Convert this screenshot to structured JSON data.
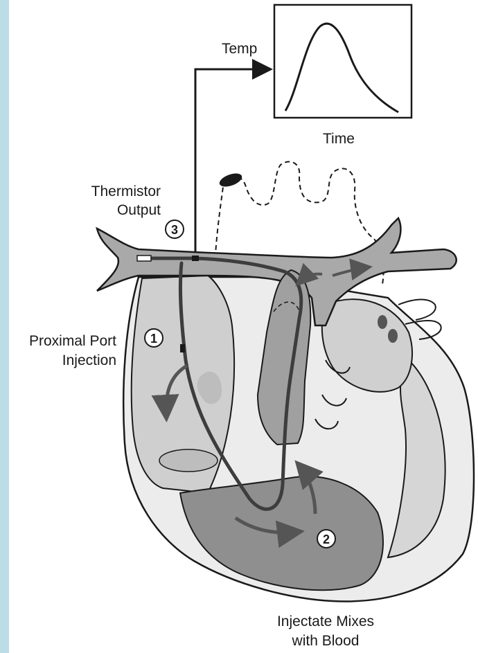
{
  "labels": {
    "temp": "Temp",
    "time": "Time",
    "thermistor_line1": "Thermistor",
    "thermistor_line2": "Output",
    "proximal_line1": "Proximal Port",
    "proximal_line2": "Injection",
    "injectate_line1": "Injectate Mixes",
    "injectate_line2": "with Blood"
  },
  "markers": [
    "1",
    "2",
    "3"
  ],
  "colors": {
    "background": "#ffffff",
    "side_strip": "#bcdde6",
    "outline": "#1a1a1a",
    "vessel_fill": "#a9a9a9",
    "chamber_fill": "#d2d2d2",
    "ventricle_fill": "#8c8c8c",
    "flow_arrow": "#555555"
  }
}
